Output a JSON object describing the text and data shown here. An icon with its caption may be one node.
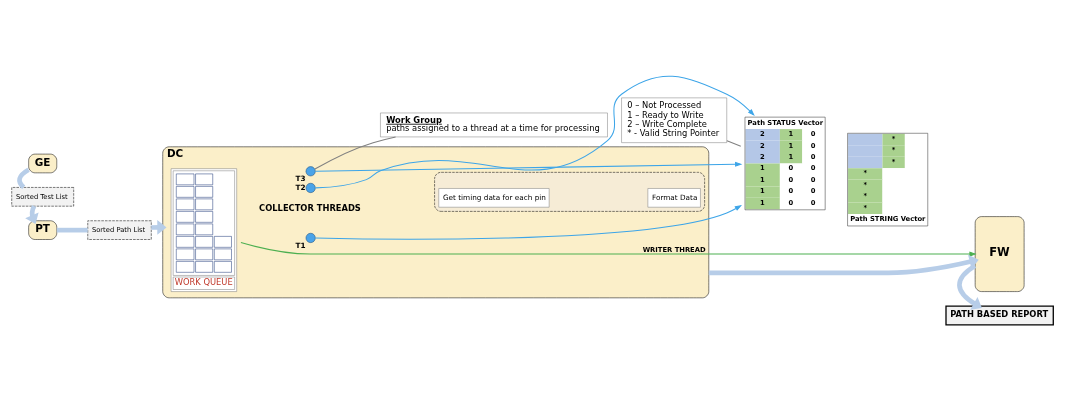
{
  "diagram": {
    "nodes": [
      {
        "text": [
          "GE"
        ]
      },
      {
        "text": [
          "Sorted Test List"
        ]
      },
      {
        "text": [
          "PT"
        ]
      },
      {
        "text": [
          "Sorted Path List"
        ]
      },
      {
        "text": [
          "DC"
        ]
      },
      {
        "text": [
          "WORK QUEUE"
        ],
        "in": 4
      },
      {
        "text": [],
        "shape": "circle",
        "beside": [
          "T1"
        ],
        "in": 4
      },
      {
        "text": [],
        "shape": "circle",
        "beside": [
          "T2"
        ],
        "in": 4
      },
      {
        "text": [],
        "shape": "circle",
        "beside": [
          "T3"
        ],
        "in": 4
      },
      {
        "text": [],
        "shape": "box",
        "in": 4
      },
      {
        "text": [
          "Get timing data for each pin"
        ],
        "in": 9
      },
      {
        "text": [
          "Format Data"
        ],
        "in": 9
      },
      {
        "text": [
          "Path STATUS Vector",
          "2",
          "1",
          "0",
          "2",
          "1",
          "0",
          "2",
          "1",
          "0",
          "1",
          "0",
          "0",
          "1",
          "0",
          "0",
          "1",
          "0",
          "0",
          "1",
          "0",
          "0"
        ]
      },
      {
        "text": [
          "Path STRING Vector",
          "*",
          "*",
          "*",
          "*",
          "*",
          "*",
          "*"
        ]
      },
      {
        "text": [
          "FW"
        ]
      },
      {
        "text": [
          "PATH BASED REPORT"
        ]
      },
      {
        "text": [
          "Work Group",
          "paths assigned to a thread at a time for processing"
        ]
      },
      {
        "text": [
          "0 – Not Processed",
          "1 – Ready to Write",
          "2 – Write Complete",
          "* - Valid String Pointer"
        ]
      }
    ],
    "edges": [
      {
        "from": 0,
        "to": 1,
        "arrow": "none",
        "style": "thick",
        "color": "#b7cde8"
      },
      {
        "from": 1,
        "to": 2,
        "arrow": "to",
        "style": "thick",
        "color": "#b7cde8"
      },
      {
        "from": 2,
        "to": 3,
        "arrow": "none",
        "style": "thick",
        "color": "#b7cde8"
      },
      {
        "from": 3,
        "to": 4,
        "arrow": "to",
        "style": "thick",
        "color": "#b7cde8"
      },
      {
        "from": 5,
        "to": 14,
        "arrow": "to",
        "label": "WRITER THREAD",
        "color": "#4caf50"
      },
      {
        "from": 6,
        "to": 12,
        "arrow": "to",
        "color": "#3da5e8"
      },
      {
        "from": 7,
        "to": 12,
        "arrow": "to",
        "color": "#3da5e8"
      },
      {
        "from": 8,
        "to": 12,
        "arrow": "to",
        "color": "#3da5e8"
      },
      {
        "from": 4,
        "to": 14,
        "arrow": "to",
        "style": "thick",
        "color": "#b7cde8"
      },
      {
        "from": 14,
        "to": 15,
        "arrow": "to",
        "style": "thick",
        "color": "#b7cde8"
      },
      {
        "from": 16,
        "to": 8,
        "arrow": "none",
        "color": "#808080"
      },
      {
        "from": 17,
        "to": 12,
        "arrow": "none",
        "color": "#808080"
      }
    ],
    "labels": [
      "COLLECTOR THREADS"
    ]
  }
}
